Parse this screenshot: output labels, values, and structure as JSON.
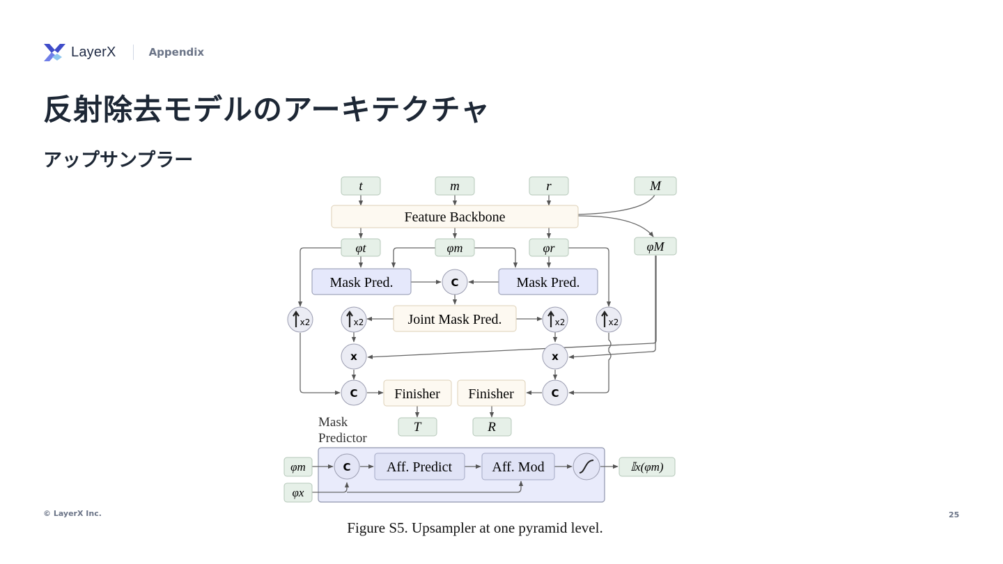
{
  "header": {
    "brand_name": "LayerX",
    "section": "Appendix"
  },
  "title": "反射除去モデルのアーキテクチャ",
  "subtitle": "アップサンプラー",
  "diagram": {
    "inputs": [
      "t",
      "m",
      "r",
      "M"
    ],
    "backbone": "Feature Backbone",
    "features": [
      "φt",
      "φm",
      "φr",
      "φM"
    ],
    "mask_pred_left": "Mask Pred.",
    "mask_pred_right": "Mask Pred.",
    "concat_symbol": "C",
    "multiply_symbol": "x",
    "upsample_label": "x2",
    "joint_mask_pred": "Joint Mask Pred.",
    "finisher_left": "Finisher",
    "finisher_right": "Finisher",
    "outputs": [
      "T",
      "R"
    ],
    "mask_predictor_label_line1": "Mask",
    "mask_predictor_label_line2": "Predictor",
    "mp_input_1": "φm",
    "mp_input_2": "φx",
    "aff_predict": "Aff. Predict",
    "aff_mod": "Aff. Mod",
    "mp_output": "𝕀x(φm)"
  },
  "caption": "Figure S5. Upsampler at one pyramid level.",
  "footer": {
    "copyright": "© LayerX Inc.",
    "page_number": "25"
  },
  "colors": {
    "feature_box": "#e6f0e8",
    "mask_box": "#e5e8fb",
    "neutral_box": "#fdf9f1",
    "circle": "#ebecf4",
    "mask_predictor_bg": "#e9ebfb"
  }
}
